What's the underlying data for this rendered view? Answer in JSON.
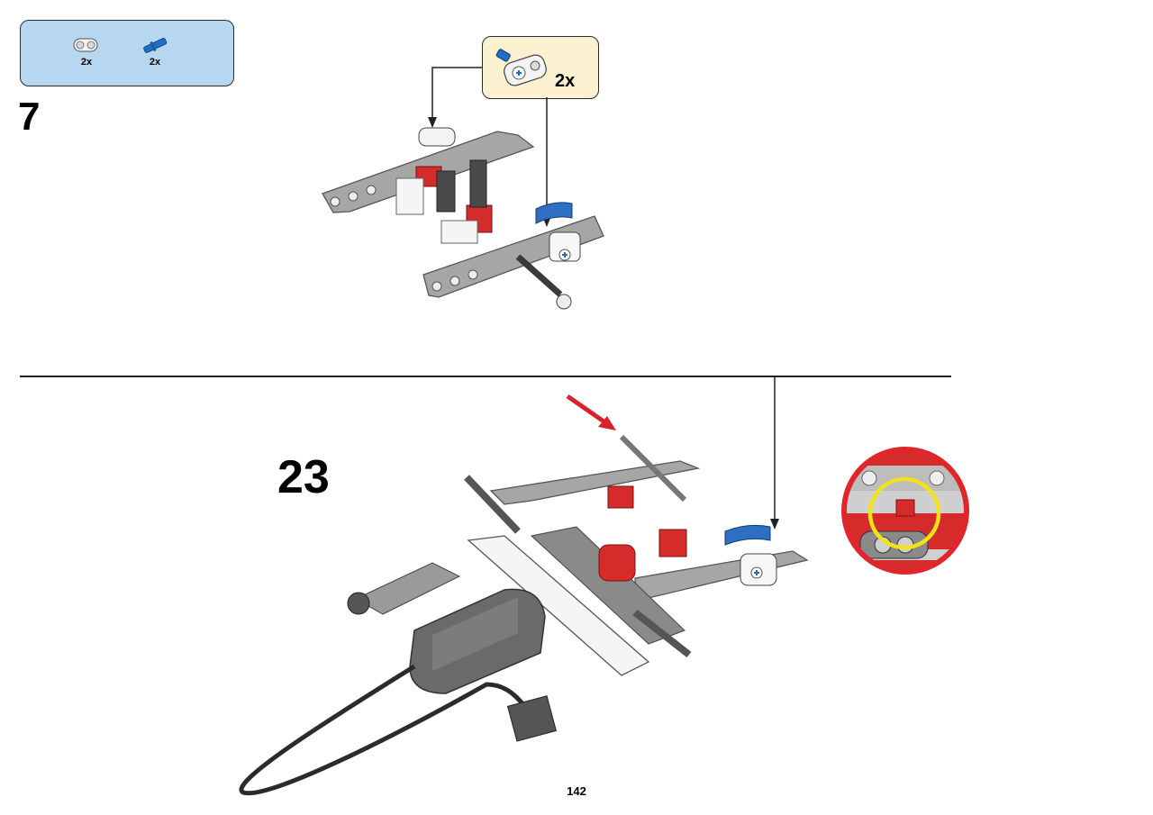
{
  "parts_list": {
    "items": [
      {
        "icon": "white-connector-icon",
        "quantity": "2x"
      },
      {
        "icon": "blue-pin-icon",
        "quantity": "2x"
      }
    ]
  },
  "sub_step": {
    "number": "7"
  },
  "callout": {
    "quantity": "2x"
  },
  "main_step": {
    "number": "23"
  },
  "page": {
    "number": "142"
  },
  "colors": {
    "parts_box_bg": "#b7d6f0",
    "callout_bg": "#fbf0cf",
    "arrow_red": "#d8232a",
    "highlight_yellow": "#f2e21a",
    "zoom_border_red": "#e0262b"
  }
}
